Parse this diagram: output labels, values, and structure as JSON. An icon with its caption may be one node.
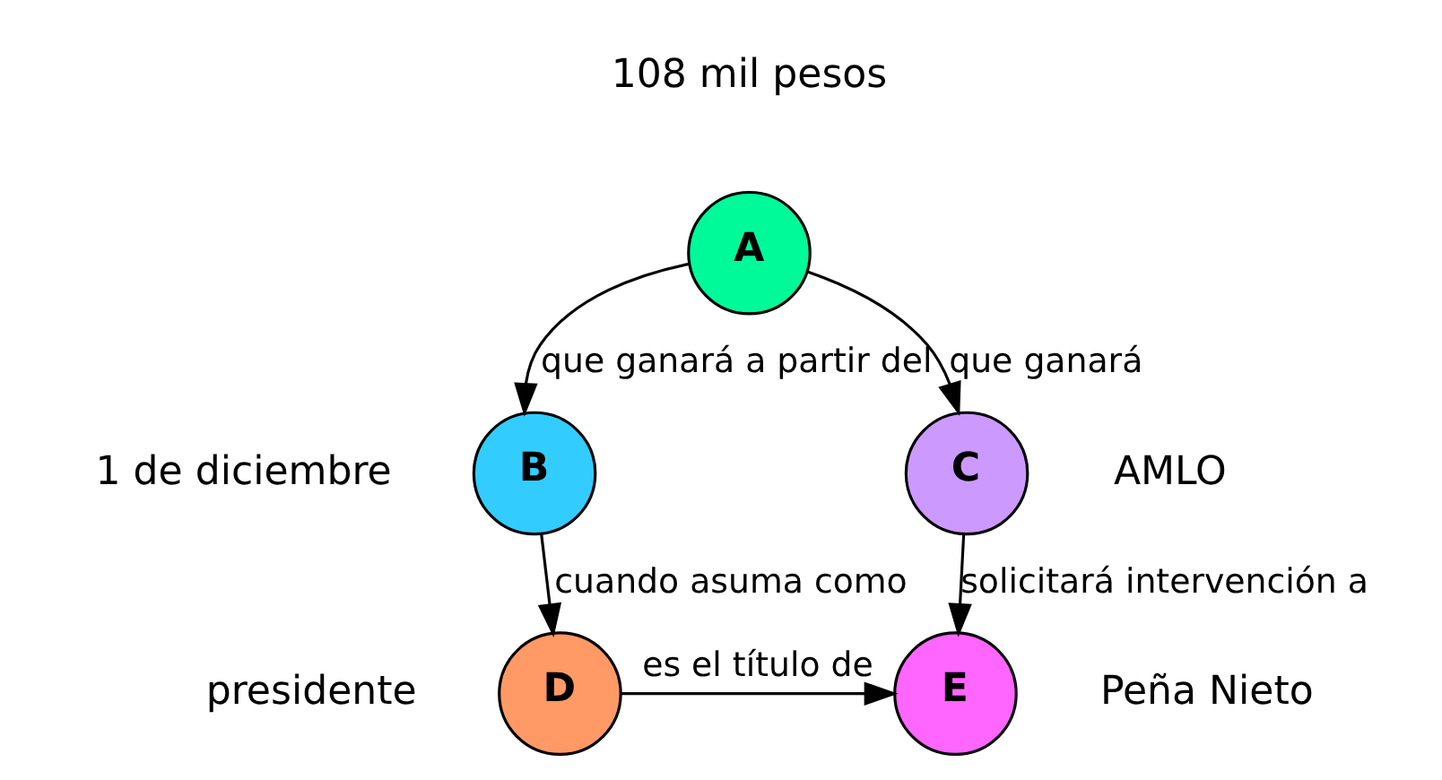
{
  "diagram": {
    "nodes": [
      {
        "text": [
          "A"
        ],
        "beside": [
          "108 mil pesos"
        ]
      },
      {
        "text": [
          "B"
        ],
        "beside": [
          "1 de diciembre"
        ]
      },
      {
        "text": [
          "C"
        ],
        "beside": [
          "AMLO"
        ]
      },
      {
        "text": [
          "D"
        ],
        "beside": [
          "presidente"
        ]
      },
      {
        "text": [
          "E"
        ],
        "beside": [
          "Peña Nieto"
        ]
      }
    ],
    "edges": [
      {
        "from": 0,
        "to": 1,
        "arrow": "to",
        "label": "que ganará a partir del"
      },
      {
        "from": 0,
        "to": 2,
        "arrow": "to",
        "label": "que ganará"
      },
      {
        "from": 1,
        "to": 3,
        "arrow": "to",
        "label": "cuando asuma como"
      },
      {
        "from": 2,
        "to": 4,
        "arrow": "to",
        "label": "solicitará intervención a"
      },
      {
        "from": 3,
        "to": 4,
        "arrow": "to",
        "label": "es el título de"
      }
    ]
  }
}
